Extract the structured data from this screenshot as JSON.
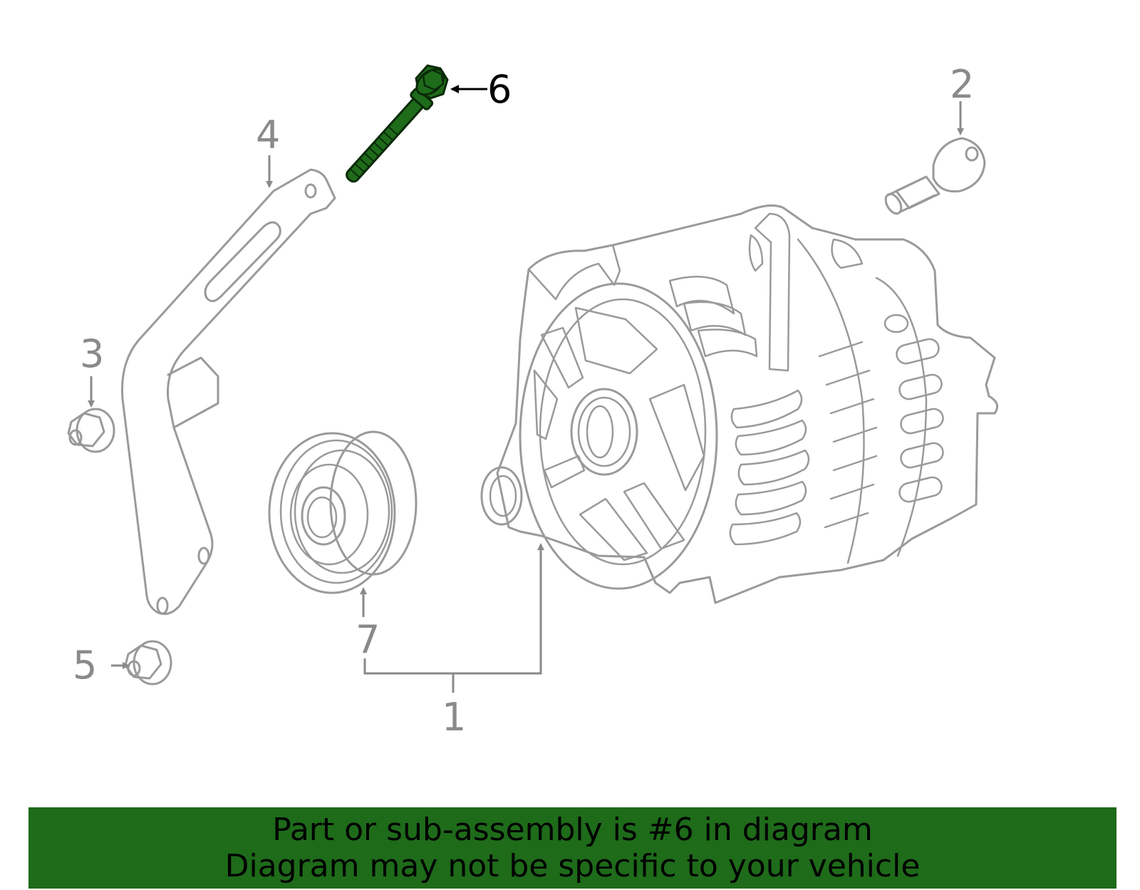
{
  "callouts": {
    "c1": "1",
    "c2": "2",
    "c3": "3",
    "c4": "4",
    "c5": "5",
    "c6": "6",
    "c7": "7"
  },
  "highlighted_part": "6",
  "colors": {
    "highlight": "#1e6b1a",
    "banner": "#1e6b1a",
    "line_art": "#9a9a9a"
  },
  "banner": {
    "line1": "Part or sub-assembly is #6 in diagram",
    "line2": "Diagram may not be specific to your vehicle"
  }
}
